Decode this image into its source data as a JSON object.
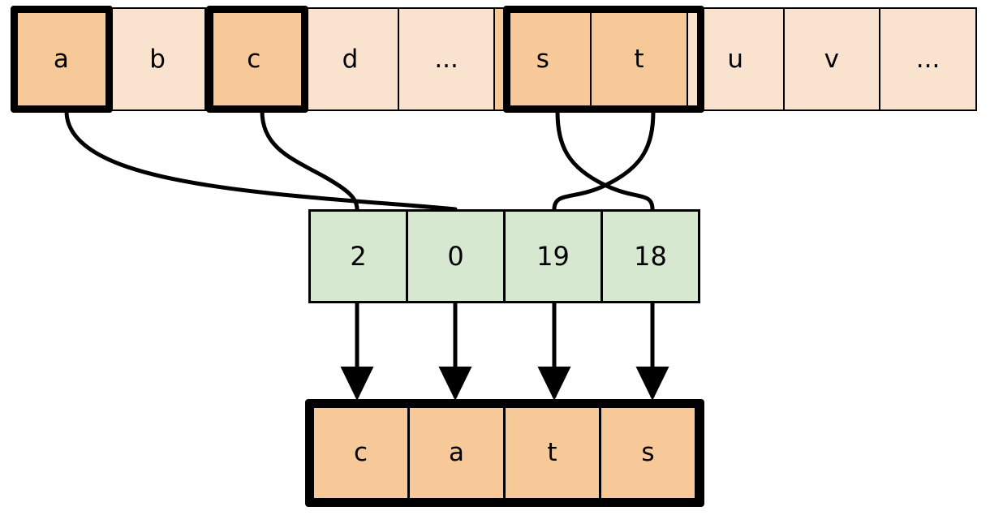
{
  "diagram": {
    "title": "alphabet-index-to-word-mapping",
    "colors": {
      "cell_fill": "#fae3ce",
      "cell_fill_selected": "#f7c998",
      "index_fill": "#d6e8d0",
      "output_fill": "#f7c998",
      "stroke": "#000000",
      "background": "#ffffff"
    },
    "alphabet_row": {
      "name": "alphabet-row",
      "cells": [
        {
          "label": "a",
          "selected": true
        },
        {
          "label": "b",
          "selected": false
        },
        {
          "label": "c",
          "selected": true
        },
        {
          "label": "d",
          "selected": false
        },
        {
          "label": "...",
          "selected": false
        },
        {
          "label": "s",
          "selected": true
        },
        {
          "label": "t",
          "selected": true
        },
        {
          "label": "u",
          "selected": false
        },
        {
          "label": "v",
          "selected": false
        },
        {
          "label": "...",
          "selected": false
        }
      ],
      "highlight_groups": [
        {
          "name": "highlight-a",
          "start": 0,
          "count": 1
        },
        {
          "name": "highlight-c",
          "start": 2,
          "count": 1
        },
        {
          "name": "highlight-st",
          "start": 5,
          "count": 2
        }
      ]
    },
    "index_row": {
      "name": "index-row",
      "cells": [
        {
          "label": "2"
        },
        {
          "label": "0"
        },
        {
          "label": "19"
        },
        {
          "label": "18"
        }
      ]
    },
    "output_row": {
      "name": "output-row",
      "cells": [
        {
          "label": "c"
        },
        {
          "label": "a"
        },
        {
          "label": "t"
        },
        {
          "label": "s"
        }
      ]
    },
    "connections": {
      "curves": [
        {
          "name": "curve-a-to-0",
          "from_letter": "a",
          "to_index": "0"
        },
        {
          "name": "curve-c-to-2",
          "from_letter": "c",
          "to_index": "2"
        },
        {
          "name": "curve-s-to-18",
          "from_letter": "s",
          "to_index": "18"
        },
        {
          "name": "curve-t-to-19",
          "from_letter": "t",
          "to_index": "19"
        }
      ],
      "arrows": [
        {
          "name": "arrow-2-to-c",
          "from_index": "2",
          "to_letter": "c"
        },
        {
          "name": "arrow-0-to-a",
          "from_index": "0",
          "to_letter": "a"
        },
        {
          "name": "arrow-19-to-t",
          "from_index": "19",
          "to_letter": "t"
        },
        {
          "name": "arrow-18-to-s",
          "from_index": "18",
          "to_letter": "s"
        }
      ]
    }
  }
}
